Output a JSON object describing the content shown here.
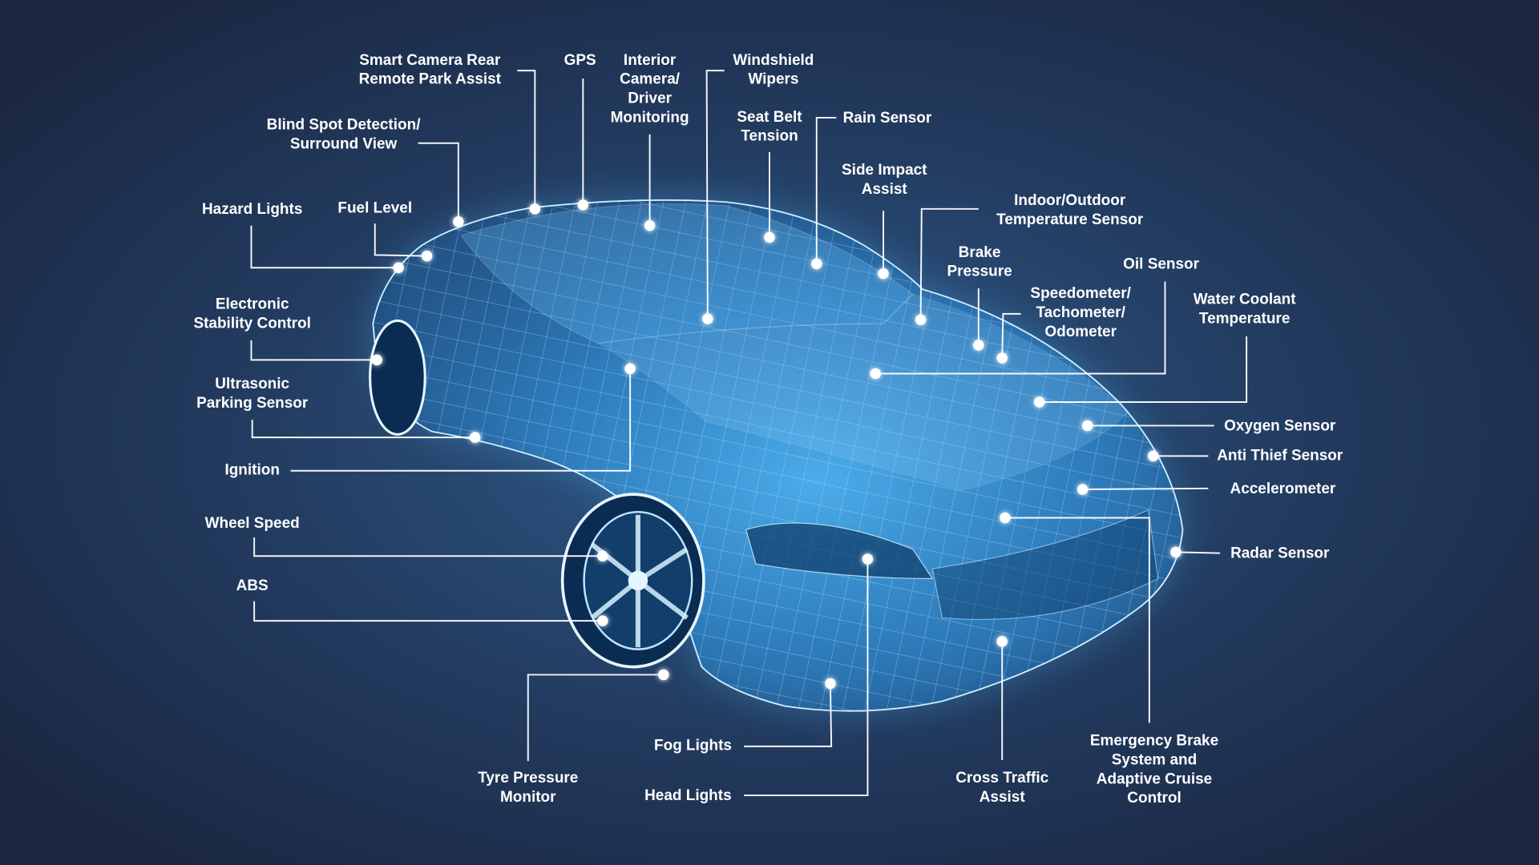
{
  "title": "Car sensors diagram",
  "colors": {
    "background": "#1d2a44",
    "glow": "#3fa9ff",
    "label": "#ffffff"
  },
  "labels": [
    {
      "id": "smart-camera",
      "lines": [
        "Smart Camera Rear",
        "Remote Park Assist"
      ]
    },
    {
      "id": "gps",
      "lines": [
        "GPS"
      ]
    },
    {
      "id": "interior-camera",
      "lines": [
        "Interior",
        "Camera/",
        "Driver",
        "Monitoring"
      ]
    },
    {
      "id": "windshield-wipers",
      "lines": [
        "Windshield",
        "Wipers"
      ]
    },
    {
      "id": "seat-belt",
      "lines": [
        "Seat Belt",
        "Tension"
      ]
    },
    {
      "id": "rain-sensor",
      "lines": [
        "Rain Sensor"
      ]
    },
    {
      "id": "side-impact",
      "lines": [
        "Side Impact",
        "Assist"
      ]
    },
    {
      "id": "temperature-sensor",
      "lines": [
        "Indoor/Outdoor",
        "Temperature Sensor"
      ]
    },
    {
      "id": "brake-pressure",
      "lines": [
        "Brake",
        "Pressure"
      ]
    },
    {
      "id": "speedometer",
      "lines": [
        "Speedometer/",
        "Tachometer/",
        "Odometer"
      ]
    },
    {
      "id": "oil-sensor",
      "lines": [
        "Oil Sensor"
      ]
    },
    {
      "id": "water-coolant",
      "lines": [
        "Water Coolant",
        "Temperature"
      ]
    },
    {
      "id": "oxygen-sensor",
      "lines": [
        "Oxygen Sensor"
      ]
    },
    {
      "id": "anti-thief",
      "lines": [
        "Anti Thief Sensor"
      ]
    },
    {
      "id": "accelerometer",
      "lines": [
        "Accelerometer"
      ]
    },
    {
      "id": "radar-sensor",
      "lines": [
        "Radar Sensor"
      ]
    },
    {
      "id": "emergency-brake",
      "lines": [
        "Emergency Brake",
        "System and",
        "Adaptive Cruise",
        "Control"
      ]
    },
    {
      "id": "cross-traffic",
      "lines": [
        "Cross Traffic",
        "Assist"
      ]
    },
    {
      "id": "head-lights",
      "lines": [
        "Head Lights"
      ]
    },
    {
      "id": "fog-lights",
      "lines": [
        "Fog Lights"
      ]
    },
    {
      "id": "tyre-pressure",
      "lines": [
        "Tyre Pressure",
        "Monitor"
      ]
    },
    {
      "id": "abs",
      "lines": [
        "ABS"
      ]
    },
    {
      "id": "wheel-speed",
      "lines": [
        "Wheel Speed"
      ]
    },
    {
      "id": "ignition",
      "lines": [
        "Ignition"
      ]
    },
    {
      "id": "ultrasonic",
      "lines": [
        "Ultrasonic",
        "Parking Sensor"
      ]
    },
    {
      "id": "stability-control",
      "lines": [
        "Electronic",
        "Stability Control"
      ]
    },
    {
      "id": "hazard-lights",
      "lines": [
        "Hazard Lights"
      ]
    },
    {
      "id": "fuel-level",
      "lines": [
        "Fuel Level"
      ]
    },
    {
      "id": "blind-spot",
      "lines": [
        "Blind Spot Detection/",
        "Surround View"
      ]
    }
  ]
}
